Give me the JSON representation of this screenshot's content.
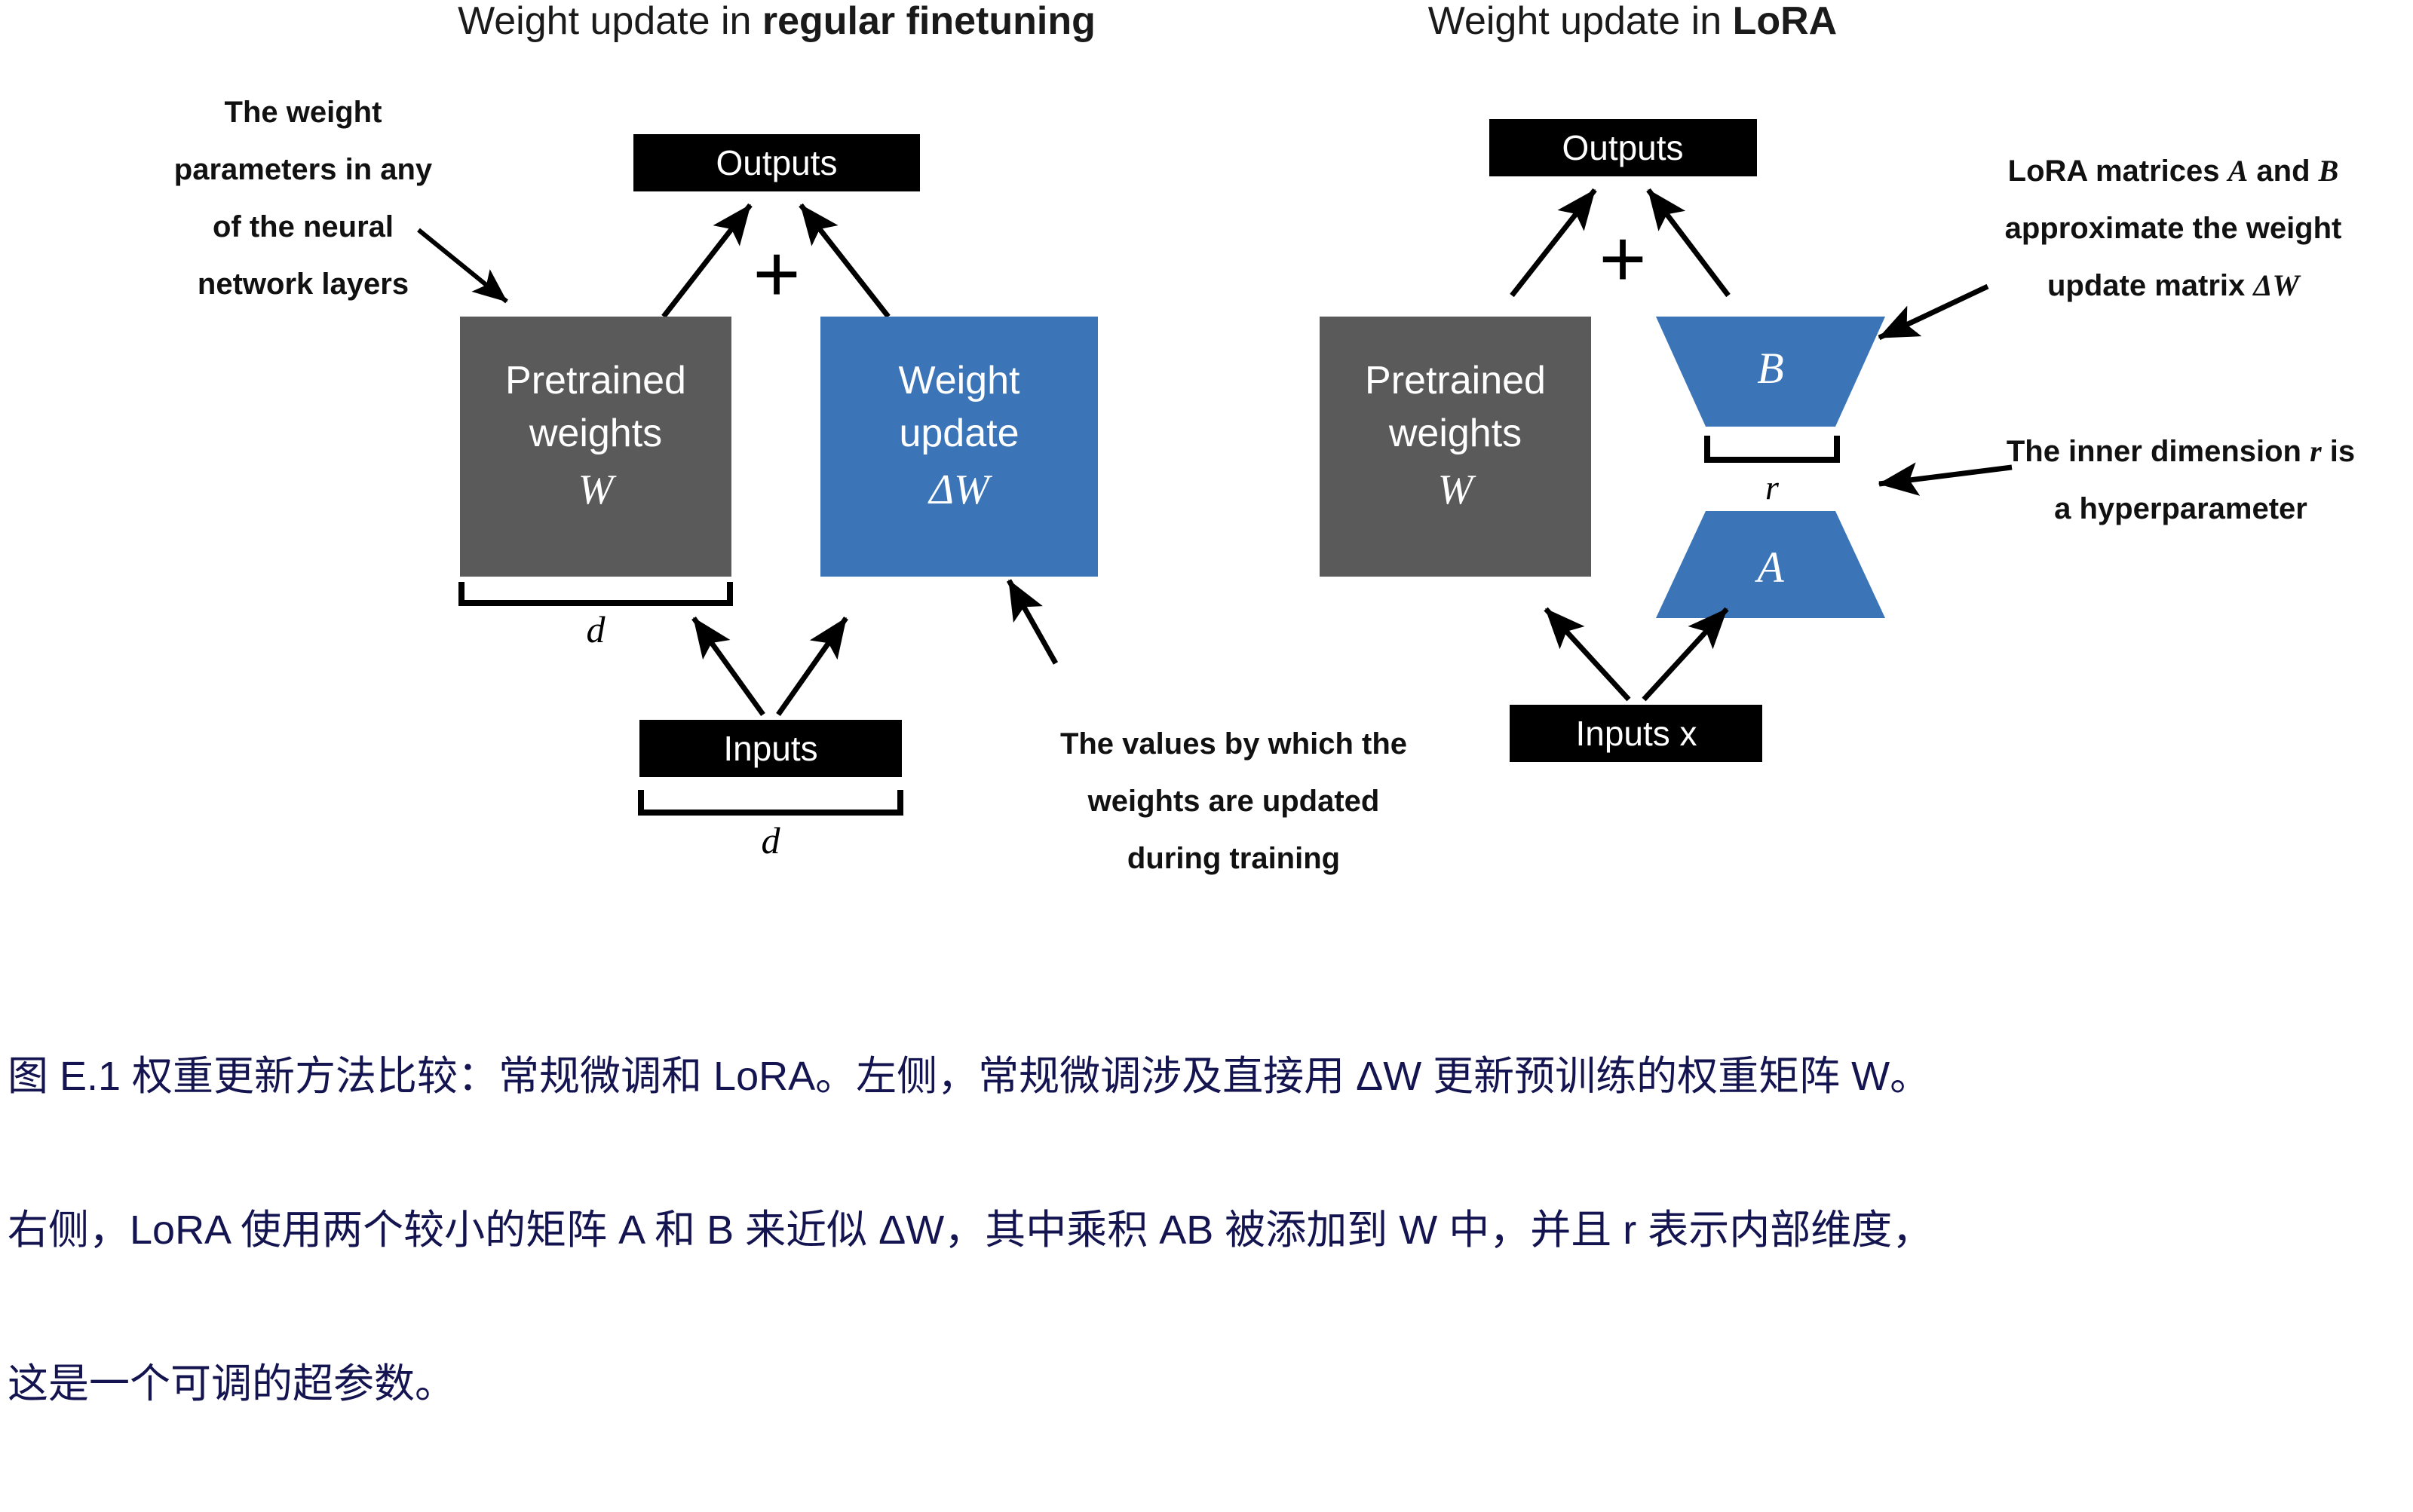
{
  "figure": {
    "left_panel": {
      "title_prefix": "Weight update in ",
      "title_emphasis": "regular finetuning",
      "outputs_label": "Outputs",
      "plus_symbol": "+",
      "pretrained_line1": "Pretrained",
      "pretrained_line2": "weights",
      "pretrained_symbol": "W",
      "update_line1": "Weight",
      "update_line2": "update",
      "update_symbol": "ΔW",
      "inputs_label": "Inputs",
      "bracket_weights_label": "d",
      "bracket_inputs_label": "d",
      "note_left": [
        "The weight",
        "parameters in any",
        "of the neural",
        "network layers"
      ],
      "note_bottom": [
        "The values by which the",
        "weights are updated",
        "during training"
      ]
    },
    "right_panel": {
      "title_prefix": "Weight update in ",
      "title_emphasis": "LoRA",
      "outputs_label": "Outputs",
      "plus_symbol": "+",
      "pretrained_line1": "Pretrained",
      "pretrained_line2": "weights",
      "pretrained_symbol": "W",
      "matrix_b_label": "B",
      "matrix_a_label": "A",
      "bracket_r_label": "r",
      "inputs_label": "Inputs x",
      "note_top": [
        "LoRA matrices A and B",
        "approximate the weight",
        "update matrix ΔW"
      ],
      "note_bottom": [
        "The inner dimension r is",
        "a hyperparameter"
      ]
    },
    "colors": {
      "blue": "#3b75b8",
      "gray": "#5a5a5a",
      "black": "#000000",
      "caption": "#141450",
      "white": "#ffffff"
    }
  },
  "caption": {
    "line1": "图 E.1 权重更新方法比较：常规微调和 LoRA。左侧，常规微调涉及直接用 ΔW 更新预训练的权重矩阵 W。",
    "line2": "右侧，LoRA 使用两个较小的矩阵 A 和 B 来近似 ΔW，其中乘积 AB 被添加到 W 中，并且 r 表示内部维度，",
    "line3": "这是一个可调的超参数。"
  }
}
